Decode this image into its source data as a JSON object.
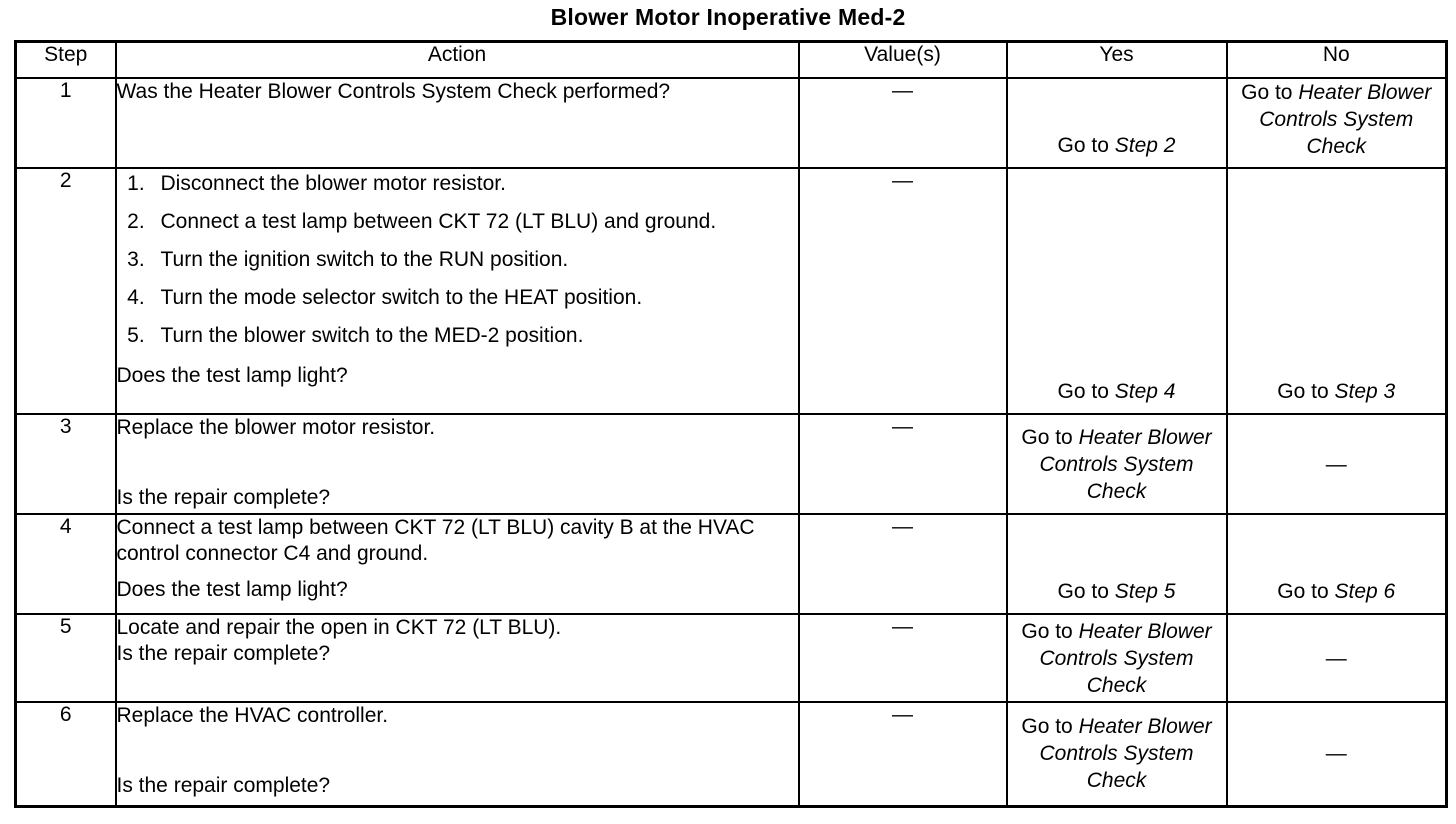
{
  "title": "Blower Motor Inoperative Med-2",
  "table": {
    "headers": {
      "step": "Step",
      "action": "Action",
      "value": "Value(s)",
      "yes": "Yes",
      "no": "No"
    },
    "dash": "—",
    "goto_prefix": "Go to ",
    "rows": [
      {
        "step": "1",
        "action_lines": [
          "Was the Heater Blower Controls System Check performed?"
        ],
        "value": "—",
        "yes": {
          "prefix": "Go to ",
          "target": "Step 2"
        },
        "no": {
          "prefix": "Go to ",
          "target": "Heater Blower Controls System Check"
        }
      },
      {
        "step": "2",
        "list": [
          "Disconnect the blower motor resistor.",
          "Connect a test lamp between CKT 72 (LT BLU) and ground.",
          "Turn the ignition switch to the RUN position.",
          "Turn the mode selector switch to the HEAT position.",
          "Turn the blower switch to the MED-2 position."
        ],
        "question": "Does the test lamp light?",
        "value": "—",
        "yes": {
          "prefix": "Go to ",
          "target": "Step 4"
        },
        "no": {
          "prefix": "Go to ",
          "target": "Step 3"
        }
      },
      {
        "step": "3",
        "action_lines": [
          "Replace the blower motor resistor."
        ],
        "question": "Is the repair complete?",
        "value": "—",
        "yes": {
          "prefix": "Go to ",
          "target": "Heater Blower Controls System Check"
        },
        "no": {
          "prefix": "",
          "target": "—"
        }
      },
      {
        "step": "4",
        "action_lines": [
          "Connect a test lamp between CKT 72 (LT BLU) cavity B at the HVAC control connector C4 and ground."
        ],
        "question": "Does the test lamp light?",
        "value": "—",
        "yes": {
          "prefix": "Go to ",
          "target": "Step 5"
        },
        "no": {
          "prefix": "Go to ",
          "target": "Step 6"
        }
      },
      {
        "step": "5",
        "action_lines": [
          "Locate and repair the open in CKT 72 (LT BLU)."
        ],
        "question": "Is the repair complete?",
        "value": "—",
        "yes": {
          "prefix": "Go to ",
          "target": "Heater Blower Controls System Check"
        },
        "no": {
          "prefix": "",
          "target": "—"
        }
      },
      {
        "step": "6",
        "action_lines": [
          "Replace the HVAC controller."
        ],
        "question": "Is the repair complete?",
        "value": "—",
        "yes": {
          "prefix": "Go to ",
          "target": "Heater Blower Controls System Check"
        },
        "no": {
          "prefix": "",
          "target": "—"
        }
      }
    ]
  }
}
